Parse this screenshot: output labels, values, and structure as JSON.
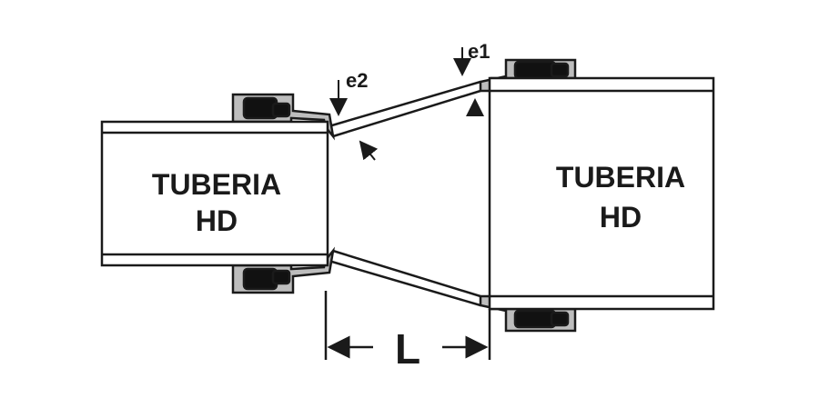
{
  "diagram": {
    "left_pipe": {
      "line1": "TUBERIA",
      "line2": "HD"
    },
    "right_pipe": {
      "line1": "TUBERIA",
      "line2": "HD"
    },
    "length_label": "L",
    "thickness_small": "e2",
    "thickness_large": "e1"
  },
  "colors": {
    "stroke": "#1a1a1a",
    "fill": "#ffffff",
    "gasket_fill": "#bdbdbd",
    "seal_fill": "#111111"
  }
}
